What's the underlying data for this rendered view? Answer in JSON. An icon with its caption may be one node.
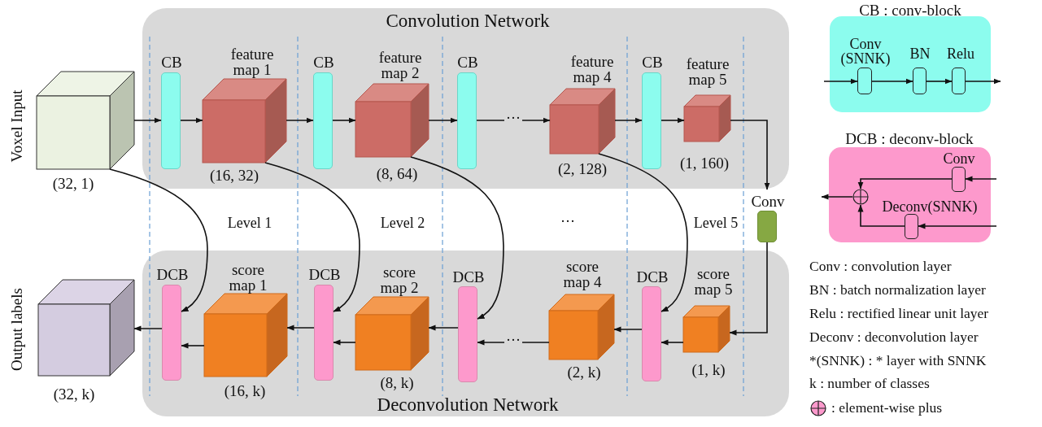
{
  "diagram": {
    "nodes": [
      {
        "text": [
          "Convolution Network"
        ]
      },
      {
        "text": [],
        "shape": "box",
        "beside": [
          "Voxel Input",
          "(32, 1)"
        ]
      },
      {
        "text": [
          "CB"
        ],
        "in": 0
      },
      {
        "text": [
          "feature map 1"
        ],
        "beside": [
          "(16, 32)"
        ],
        "in": 0
      },
      {
        "text": [
          "CB"
        ],
        "in": 0
      },
      {
        "text": [
          "feature map 2"
        ],
        "beside": [
          "(8, 64)"
        ],
        "in": 0
      },
      {
        "text": [
          "CB"
        ],
        "in": 0
      },
      {
        "text": [
          "feature map 4"
        ],
        "beside": [
          "(2, 128)"
        ],
        "in": 0
      },
      {
        "text": [
          "CB"
        ],
        "in": 0
      },
      {
        "text": [
          "feature map 5"
        ],
        "beside": [
          "(1, 160)"
        ],
        "in": 0
      },
      {
        "text": [
          "Conv"
        ]
      },
      {
        "text": [
          "Deconvolution Network"
        ]
      },
      {
        "text": [],
        "shape": "box",
        "beside": [
          "Output labels",
          "(32, k)"
        ]
      },
      {
        "text": [
          "DCB"
        ],
        "in": 11
      },
      {
        "text": [
          "score map 1"
        ],
        "beside": [
          "(16, k)"
        ],
        "in": 11
      },
      {
        "text": [
          "DCB"
        ],
        "in": 11
      },
      {
        "text": [
          "score map 2"
        ],
        "beside": [
          "(8, k)"
        ],
        "in": 11
      },
      {
        "text": [
          "DCB"
        ],
        "in": 11
      },
      {
        "text": [
          "score map 4"
        ],
        "beside": [
          "(2, k)"
        ],
        "in": 11
      },
      {
        "text": [
          "DCB"
        ],
        "in": 11
      },
      {
        "text": [
          "score map 5"
        ],
        "beside": [
          "(1, k)"
        ],
        "in": 11
      },
      {
        "text": [
          "CB : conv-block"
        ]
      },
      {
        "text": [
          "Conv (SNNK)"
        ],
        "in": 21
      },
      {
        "text": [
          "BN"
        ],
        "in": 21
      },
      {
        "text": [
          "Relu"
        ],
        "in": 21
      },
      {
        "text": [
          "DCB : deconv-block"
        ]
      },
      {
        "text": [
          "Conv"
        ],
        "in": 25
      },
      {
        "text": [
          "Deconv(SNNK)"
        ],
        "in": 25
      },
      {
        "text": [],
        "shape": "circle",
        "in": 25
      }
    ],
    "edges": [
      {
        "from": 1,
        "to": 2,
        "arrow": "to"
      },
      {
        "from": 2,
        "to": 3,
        "arrow": "to"
      },
      {
        "from": 3,
        "to": 4,
        "arrow": "to"
      },
      {
        "from": 4,
        "to": 5,
        "arrow": "to"
      },
      {
        "from": 5,
        "to": 6,
        "arrow": "to"
      },
      {
        "from": 6,
        "to": 7,
        "arrow": "to",
        "label": "···"
      },
      {
        "from": 7,
        "to": 8,
        "arrow": "to"
      },
      {
        "from": 8,
        "to": 9,
        "arrow": "to"
      },
      {
        "from": 9,
        "to": 10,
        "arrow": "to"
      },
      {
        "from": 10,
        "to": 20,
        "arrow": "to"
      },
      {
        "from": 20,
        "to": 19,
        "arrow": "to"
      },
      {
        "from": 19,
        "to": 18,
        "arrow": "to"
      },
      {
        "from": 18,
        "to": 17,
        "arrow": "to",
        "label": "···"
      },
      {
        "from": 17,
        "to": 16,
        "arrow": "to"
      },
      {
        "from": 16,
        "to": 15,
        "arrow": "to"
      },
      {
        "from": 15,
        "to": 14,
        "arrow": "to"
      },
      {
        "from": 14,
        "to": 13,
        "arrow": "to"
      },
      {
        "from": 13,
        "to": 12,
        "arrow": "to"
      },
      {
        "from": 1,
        "to": 13,
        "arrow": "to"
      },
      {
        "from": 3,
        "to": 15,
        "arrow": "to"
      },
      {
        "from": 5,
        "to": 17,
        "arrow": "to"
      },
      {
        "from": 7,
        "to": 19,
        "arrow": "to"
      },
      {
        "from": null,
        "to": 22,
        "arrow": "to"
      },
      {
        "from": 22,
        "to": 23,
        "arrow": "to"
      },
      {
        "from": 23,
        "to": 24,
        "arrow": "to"
      },
      {
        "from": 24,
        "to": null,
        "arrow": "to"
      },
      {
        "from": null,
        "to": 26,
        "arrow": "to"
      },
      {
        "from": null,
        "to": 27,
        "arrow": "to"
      },
      {
        "from": 26,
        "to": 28,
        "arrow": "to"
      },
      {
        "from": 27,
        "to": 28,
        "arrow": "to"
      },
      {
        "from": 28,
        "to": null,
        "arrow": "to"
      }
    ],
    "labels": [
      "Level 1",
      "Level 2",
      "···",
      "Level 5",
      "Conv : convolution layer",
      "BN : batch normalization layer",
      "Relu : rectified linear unit layer",
      "Deconv : deconvolution layer",
      "*(SNNK) : * layer with SNNK",
      "k : number of classes"
    ],
    "legend": [
      {
        "text": ": element-wise plus"
      }
    ]
  }
}
